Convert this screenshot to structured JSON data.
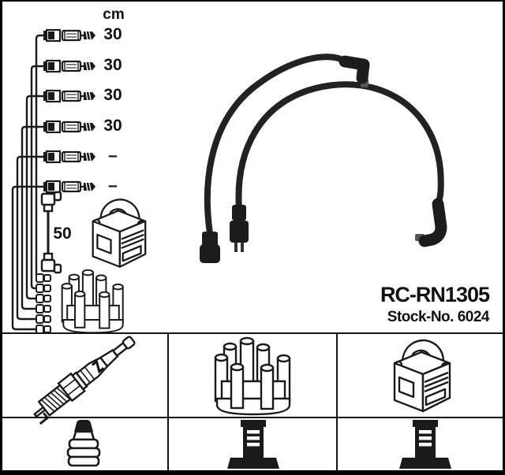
{
  "colors": {
    "ink": "#1a1a1a",
    "background": "#ffffff",
    "frame": "#000000",
    "cable": "#222222",
    "metal_stud": "#555555"
  },
  "schematic": {
    "unit_header": "cm",
    "rows": [
      {
        "length": "30"
      },
      {
        "length": "30"
      },
      {
        "length": "30"
      },
      {
        "length": "30"
      },
      {
        "length": "–"
      },
      {
        "length": "–"
      }
    ],
    "coil_wire": {
      "length": "50"
    },
    "icons": [
      "ignition-coil",
      "distributor-cap",
      "cable-terminals"
    ]
  },
  "photo": {
    "description_icons": [
      "ignition-cable-angled-boot",
      "ignition-cable-straight-boot"
    ]
  },
  "product": {
    "part_number": "RC-RN1305",
    "stock_number": "Stock-No. 6024"
  },
  "legend": {
    "top_row": [
      "spark-plug",
      "distributor-cap",
      "ignition-coil"
    ],
    "bottom_row": [
      "spark-plug-boot",
      "coil-terminal-tower",
      "coil-terminal-tower"
    ]
  }
}
